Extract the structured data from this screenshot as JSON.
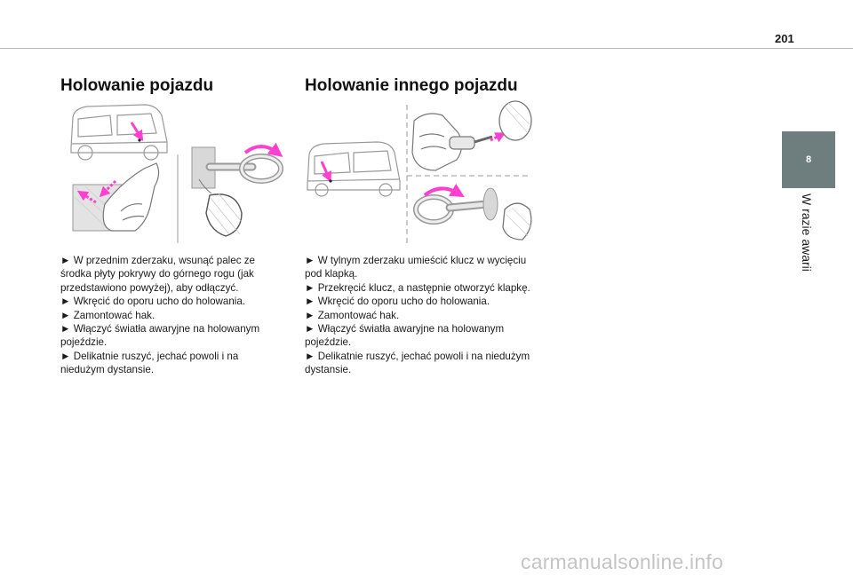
{
  "page": {
    "number": "201"
  },
  "side_tab": {
    "chapter": "8",
    "label": "W razie awarii"
  },
  "left_section": {
    "heading": "Holowanie pojazdu",
    "steps": [
      "► W przednim zderzaku, wsunąć palec ze środka płyty pokrywy do górnego rogu (jak przedstawiono powyżej), aby odłączyć.",
      "► Wkręcić do oporu ucho do holowania.",
      "► Zamontować hak.",
      "► Włączyć światła awaryjne na holowanym pojeździe.",
      "► Delikatnie ruszyć, jechać powoli i na niedużym dystansie."
    ]
  },
  "right_section": {
    "heading": "Holowanie innego pojazdu",
    "steps": [
      "► W tylnym zderzaku umieścić klucz w wycięciu pod klapką.",
      "► Przekręcić klucz, a następnie otworzyć klapkę.",
      "► Wkręcić do oporu ucho do holowania.",
      "► Zamontować hak.",
      "► Włączyć światła awaryjne na holowanym pojeździe.",
      "► Delikatnie ruszyć, jechać powoli i na niedużym dystansie."
    ]
  },
  "watermark": {
    "text": "carmanualsonline.info"
  },
  "colors": {
    "accent_arrow": "#ff3fd2",
    "tab_bg": "#6e7d7d",
    "line_art": "#8c8c8c",
    "panel_fill": "#e3e3e3"
  }
}
